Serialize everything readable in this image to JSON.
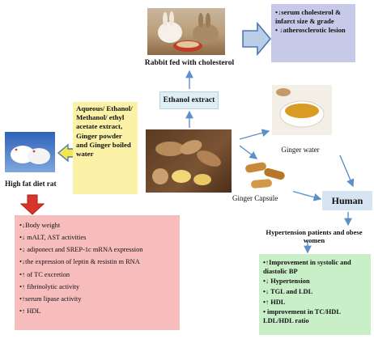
{
  "rabbit": {
    "label": "Rabbit fed with cholesterol"
  },
  "rabbit_outcomes": {
    "items": [
      "•↓serum cholesterol & infarct size & grade",
      "• ↓atherosclerotic lesion"
    ],
    "bg": "#c7c9e8"
  },
  "ethanol": {
    "label": "Ethanol extract",
    "bg": "#ddeef5"
  },
  "extracts": {
    "label": "Aqueous/ Ethanol/ Methanol/ ethyl acetate extract, Ginger powder and Ginger boiled water",
    "bg": "#fbf1a7"
  },
  "ginger_water": {
    "label": "Ginger water"
  },
  "ginger_capsule": {
    "label": "Ginger Capsule"
  },
  "human": {
    "label": "Human",
    "bg": "#d7e4f2"
  },
  "rat": {
    "label": "High fat diet rat"
  },
  "patients": {
    "label": "Hypertension patients and obese women"
  },
  "rat_outcomes": {
    "items": [
      "•↓Body weight",
      "•↓ mALT, AST activities",
      "•↓ adiponect and SREP-1c mRNA expression",
      "•↓the expression of leptin & resistin m RNA",
      "•↑ of TC excretion",
      "•↑ fibrinolytic activity",
      "•↑serum lipase activity",
      "•↑ HDL"
    ],
    "bg": "#f7bdbd"
  },
  "human_outcomes": {
    "items": [
      "•↑Improvement in systolic and diastolic BP",
      "•↓ Hypertension",
      "•↓ TGL and LDL",
      "•↑ HDL",
      "• improvement in TC/HDL LDL/HDL ratio"
    ],
    "bg": "#c9efc9"
  },
  "colors": {
    "arrow_blue": "#5d8fc9",
    "arrow_fill": "#b9cde8",
    "yellow_arrow": "#f2e64a",
    "red_arrow": "#d9362b"
  }
}
